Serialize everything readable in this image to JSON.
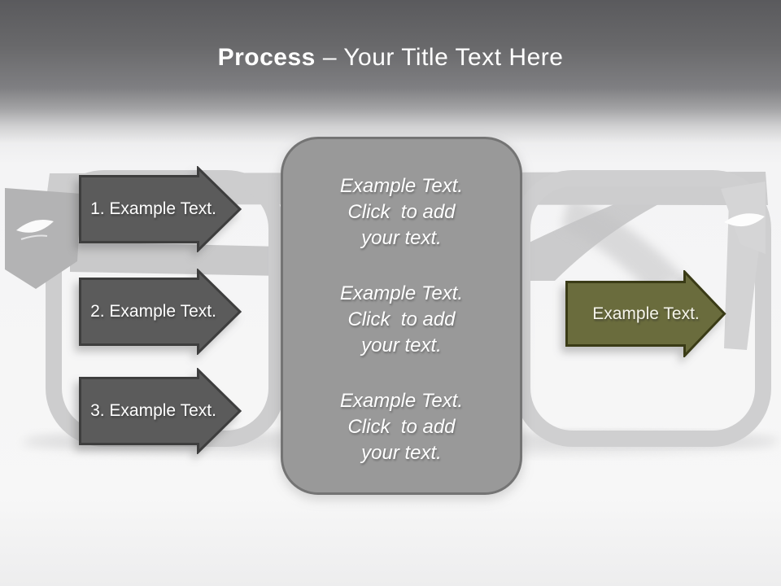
{
  "slide": {
    "title": {
      "bold": "Process",
      "rest": "– Your Title Text Here"
    },
    "left_arrows": [
      {
        "label": "1. Example Text."
      },
      {
        "label": "2. Example Text."
      },
      {
        "label": "3. Example Text."
      }
    ],
    "center_panel": {
      "blocks": [
        "Example Text.\nClick  to add\nyour text.",
        "Example Text.\nClick  to add\nyour text.",
        "Example Text.\nClick  to add\nyour text."
      ]
    },
    "right_arrow": {
      "label": "Example Text."
    },
    "colors": {
      "step_arrow_fill": "#5b5b5b",
      "step_arrow_border": "#3e3e3e",
      "result_arrow_fill": "#6a6c3d",
      "result_arrow_border": "#3a3b16",
      "panel_fill": "#999999",
      "panel_border": "#747474",
      "header_dark": "#5a5a5d",
      "background_light": "#f7f7f7"
    }
  }
}
